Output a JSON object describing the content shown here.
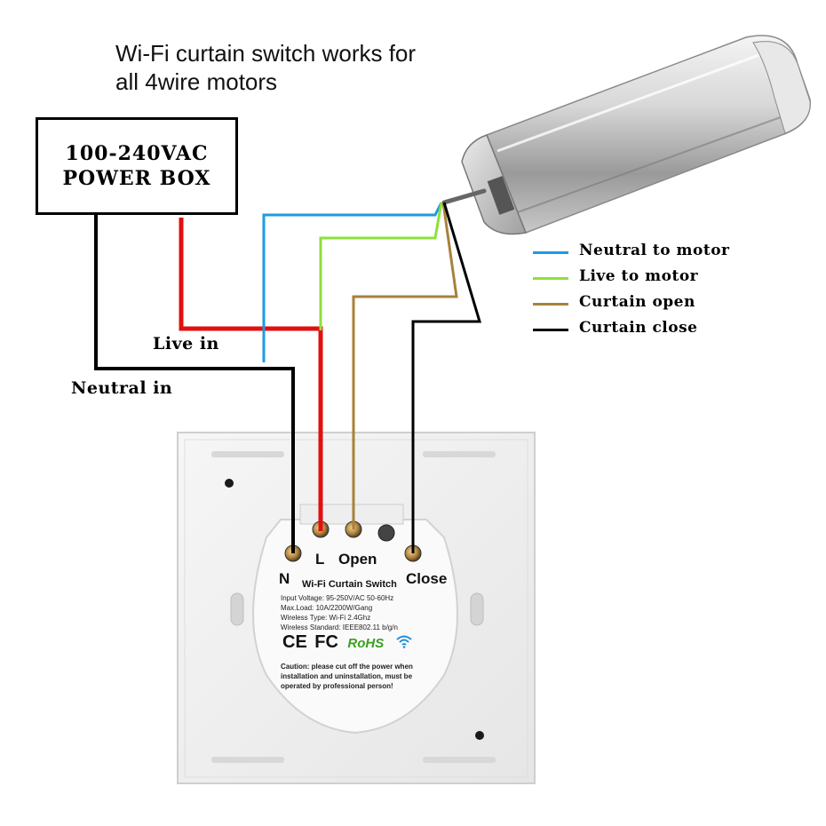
{
  "title": {
    "line1": "Wi-Fi curtain switch works for",
    "line2": "all 4wire motors"
  },
  "power_box": {
    "line1": "100-240VAC",
    "line2": "POWER BOX"
  },
  "labels": {
    "live_in": "Live in",
    "neutral_in": "Neutral in"
  },
  "legend": [
    {
      "label": "Neutral to motor",
      "color": "#1e9be0"
    },
    {
      "label": "Live to motor",
      "color": "#8ee03c"
    },
    {
      "label": "Curtain open",
      "color": "#a8823a"
    },
    {
      "label": "Curtain close",
      "color": "#000000"
    }
  ],
  "wire_colors": {
    "neutral": "#000000",
    "live": "#e11010",
    "blue": "#1e9be0",
    "green": "#8ee03c",
    "brown": "#a8823a"
  },
  "switch": {
    "terminals": {
      "n": "N",
      "l": "L",
      "open": "Open",
      "close": "Close"
    },
    "name": "Wi-Fi Curtain Switch",
    "specs": [
      "Input Voltage: 95-250V/AC 50-60Hz",
      "Max.Load: 10A/2200W/Gang",
      "Wireless Type: Wi-Fi 2.4Ghz",
      "Wireless Standard: IEEE802.11 b/g/n"
    ],
    "certs": {
      "ce": "CE",
      "fc": "FC",
      "rohs": "RoHS"
    },
    "caution": [
      "Caution: please cut off the power when",
      "installation and uninstallation, must be",
      "operated by professional person!"
    ]
  }
}
